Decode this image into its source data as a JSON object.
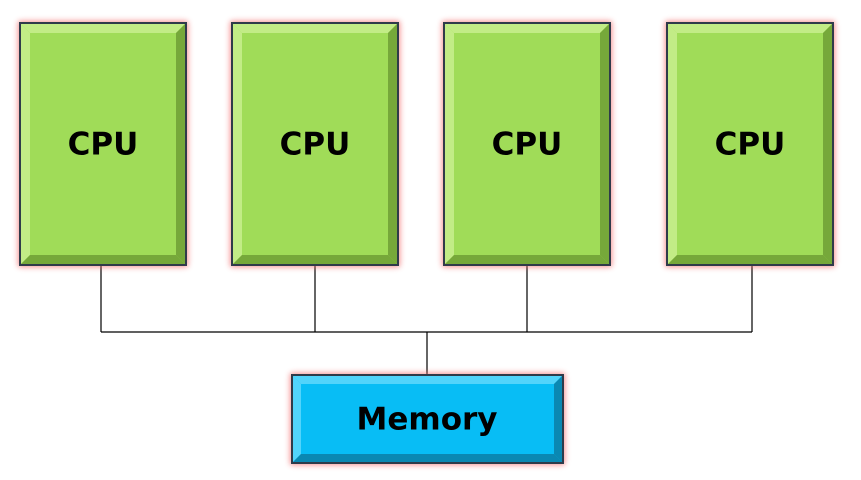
{
  "diagram": {
    "processors": [
      {
        "label": "CPU"
      },
      {
        "label": "CPU"
      },
      {
        "label": "CPU"
      },
      {
        "label": "CPU"
      }
    ],
    "memory": {
      "label": "Memory"
    },
    "colors": {
      "cpu_fill": "#a0dc58",
      "cpu_bevel_light": "#c8ef8e",
      "cpu_bevel_dark": "#6f9f35",
      "memory_fill": "#08bdf5",
      "memory_bevel_light": "#5fd8fb",
      "memory_bevel_dark": "#0a7fa6",
      "glow": "#f26b6b",
      "border": "#2f3b4a",
      "connector": "#000000"
    }
  }
}
